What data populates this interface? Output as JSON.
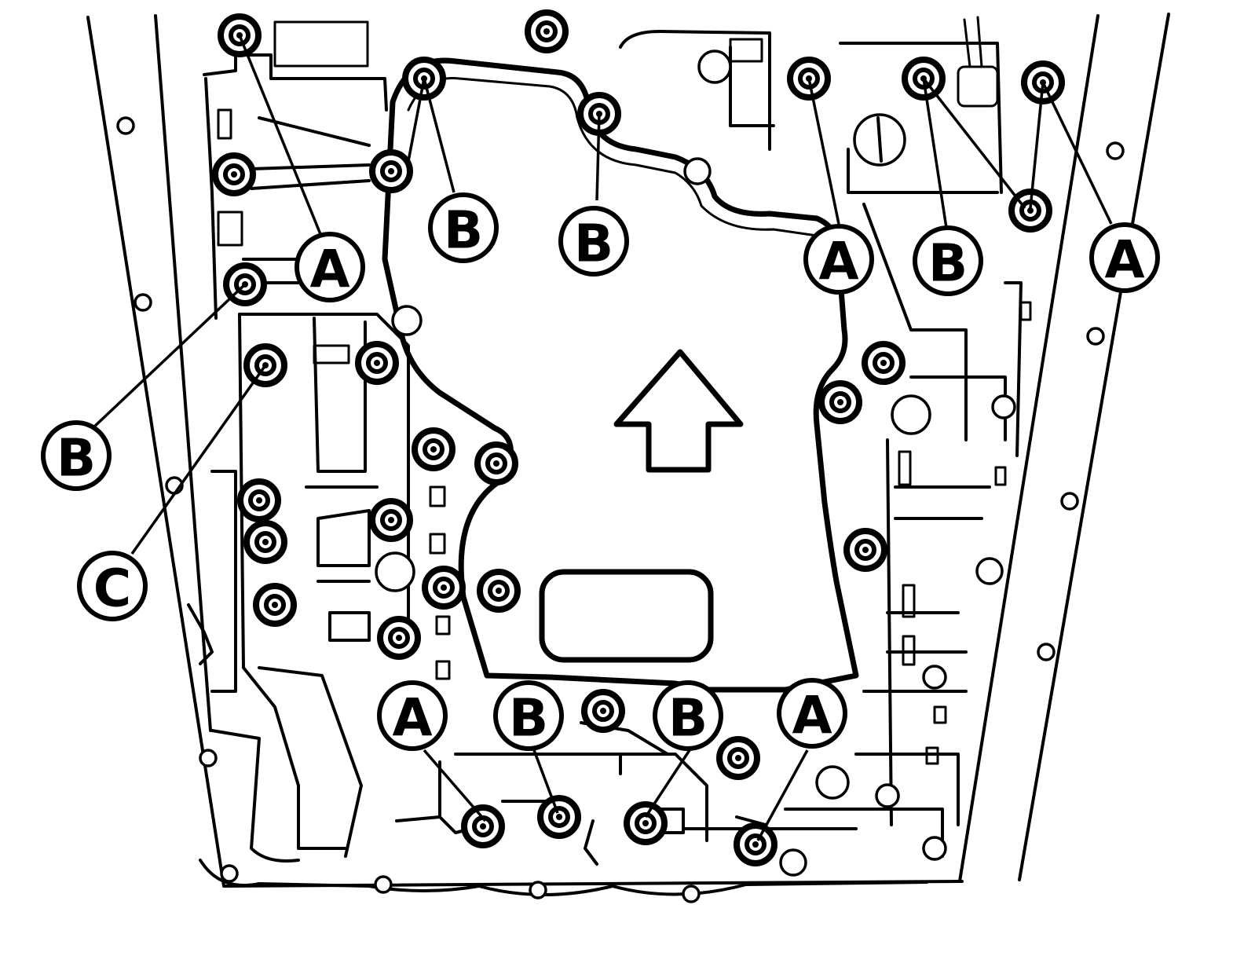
{
  "diagram": {
    "callouts": [
      {
        "id": "a1",
        "letter": "A"
      },
      {
        "id": "b1",
        "letter": "B"
      },
      {
        "id": "b2",
        "letter": "B"
      },
      {
        "id": "a2",
        "letter": "A"
      },
      {
        "id": "b3",
        "letter": "B"
      },
      {
        "id": "a3",
        "letter": "A"
      },
      {
        "id": "b4",
        "letter": "B"
      },
      {
        "id": "c1",
        "letter": "C"
      },
      {
        "id": "a4",
        "letter": "A"
      },
      {
        "id": "b5",
        "letter": "B"
      },
      {
        "id": "b6",
        "letter": "B"
      },
      {
        "id": "a5",
        "letter": "A"
      }
    ],
    "colors": {
      "line": "#000000",
      "background": "#ffffff"
    },
    "icons": [
      "bolt-icon",
      "direction-arrow-icon"
    ]
  }
}
